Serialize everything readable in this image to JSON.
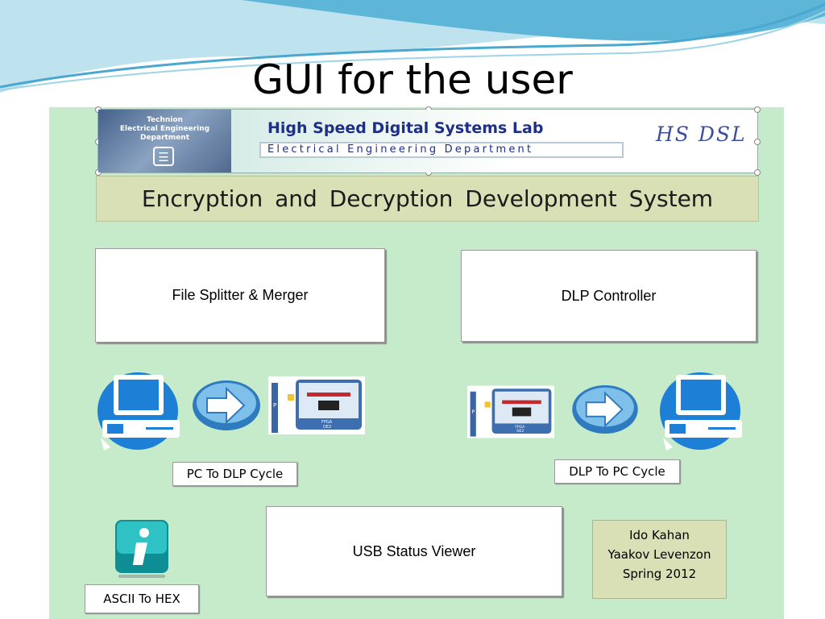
{
  "slide": {
    "title": "GUI for the user"
  },
  "banner": {
    "dept_lines": [
      "Technion",
      "Electrical Engineering",
      "Department"
    ],
    "lab_name": "High Speed Digital Systems Lab",
    "lab_department": "Electrical Engineering Department",
    "lab_logo": "HS DSL"
  },
  "system_title": "Encryption and Decryption Development System",
  "buttons": {
    "file_splitter": "File Splitter & Merger",
    "dlp_controller": "DLP Controller",
    "pc_to_dlp": "PC To DLP Cycle",
    "dlp_to_pc": "DLP To PC Cycle",
    "usb_status": "USB Status Viewer",
    "ascii_to_hex": "ASCII To HEX"
  },
  "board_diagram": {
    "side_label": "P C",
    "fpga_label": "FPGA",
    "board_label": "DE2"
  },
  "authors": [
    "Ido Kahan",
    "Yaakov Levenzon",
    "Spring 2012"
  ],
  "colors": {
    "panel_bg": "#c6ebcb",
    "title_bar_bg": "#d9e0b6",
    "computer_icon": "#1e7fd6",
    "arrow_button": "#3e8fd0",
    "info_icon": "#13a3a8"
  },
  "icons": [
    "computer-icon",
    "right-arrow-icon",
    "board-diagram-icon",
    "info-icon"
  ]
}
